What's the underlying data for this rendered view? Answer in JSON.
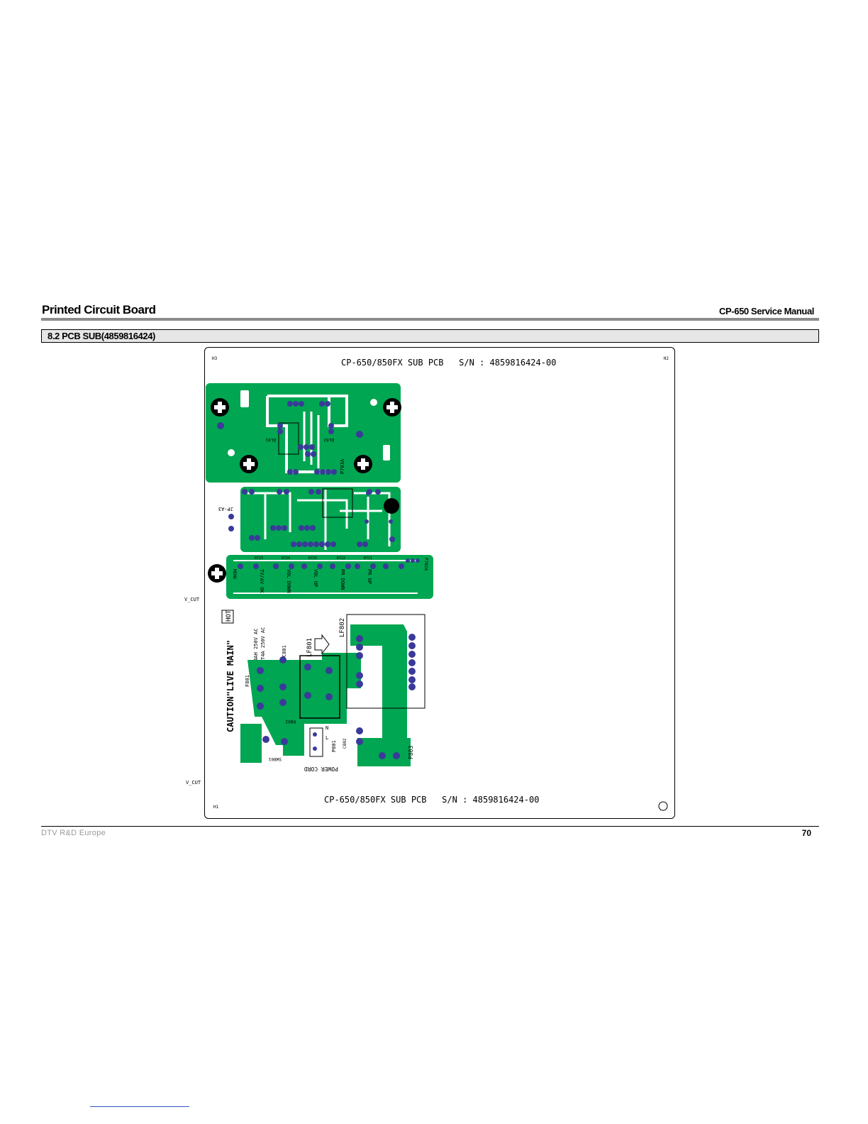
{
  "header": {
    "section_title": "Printed Circuit Board",
    "manual_title": "CP-650 Service Manual"
  },
  "section": {
    "label": "8.2 PCB SUB(4859816424)"
  },
  "pcb": {
    "serial_top": "CP-650/850FX SUB PCB   S/N : 4859816424-00",
    "serial_bottom": "CP-650/850FX SUB PCB   S/N : 4859816424-00",
    "corner_h1": "H1",
    "corner_h2": "H2",
    "corner_h3": "H3",
    "vcut_top": "V_CUT",
    "vcut_bottom": "V_CUT",
    "labels": {
      "hot": "HOT",
      "caution": "CAUTION\"LIVE MAIN\"",
      "fuse_rating": "F4AH 250V AC",
      "fuse_type": "T4A 250V AC",
      "f801": "F801",
      "c801": "C801",
      "lf801": "LF801",
      "lf802": "LF802",
      "r802": "R802",
      "sw801": "SW801",
      "power_cord": "POWER CORD",
      "p801": "P801",
      "c802": "C802",
      "p803": "P803",
      "l_mark": "L",
      "n_mark": "N",
      "p703a": "P703A",
      "jp_a3": "JP-A3",
      "key_menu": "MENU",
      "key_tvav": "TV/AV OK",
      "key_voldown": "VOL DOWN",
      "key_volup": "VOL UP",
      "key_prdown": "PR DOWN",
      "key_prup": "PR UP",
      "r723": "R723",
      "r724": "R724",
      "r725": "R725",
      "r722": "R722",
      "r721": "R721",
      "p702a": "P702A",
      "dl01": "DL01",
      "dl02": "DL02"
    }
  },
  "footer": {
    "org": "DTV R&D Europe",
    "page_number": "70"
  },
  "colors": {
    "copper": "#00a651",
    "pad": "#3a3a9a",
    "rule": "#8c8c8c",
    "section_bg": "#e6e6e6"
  }
}
